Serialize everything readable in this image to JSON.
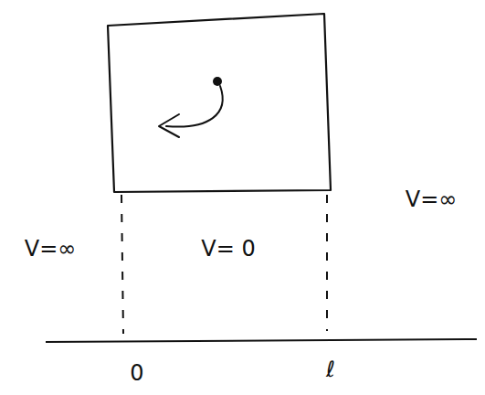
{
  "diagram": {
    "labels": [
      "V=∞",
      "V= 0",
      "V=∞",
      "0",
      "ℓ"
    ]
  }
}
